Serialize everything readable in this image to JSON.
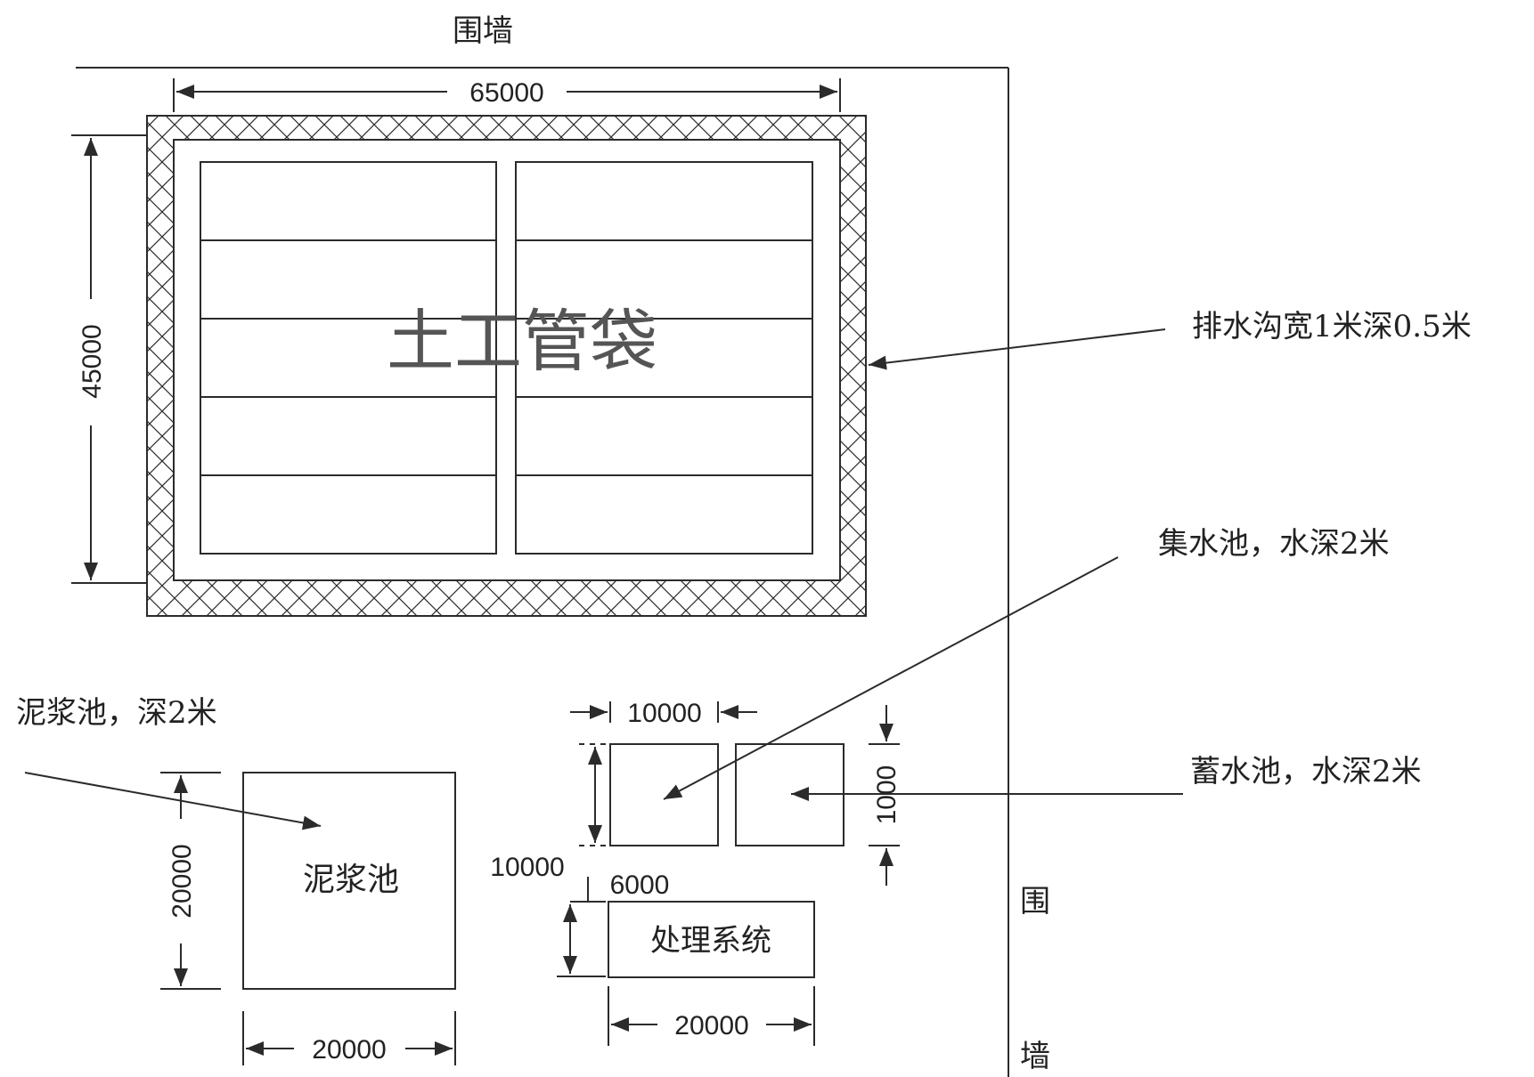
{
  "labels": {
    "top_wall": "围墙",
    "side_wall_1": "围",
    "side_wall_2": "墙",
    "geotube": "土工管袋",
    "drain_note": "排水沟宽1米深0.5米",
    "collect_note": "集水池，水深2米",
    "storage_note": "蓄水池，水深2米",
    "mud_note": "泥浆池，深2米",
    "mud_pool": "泥浆池",
    "treatment": "处理系统"
  },
  "dimensions": {
    "site_width": "65000",
    "site_height": "45000",
    "pool_width": "10000",
    "pool_height": "10000",
    "storage_height": "1000",
    "treatment_height": "6000",
    "treatment_width": "20000",
    "mud_height": "20000",
    "mud_width": "20000"
  },
  "colors": {
    "line": "#2b2b2b",
    "text": "#222222",
    "background": "#ffffff"
  }
}
